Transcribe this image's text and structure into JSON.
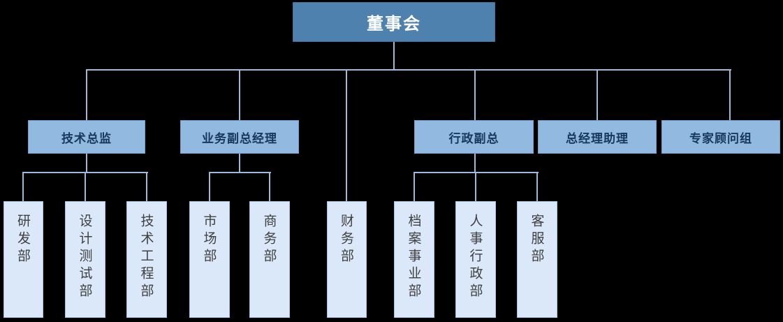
{
  "diagram": {
    "type": "org-chart",
    "root": {
      "label": "董事会",
      "direct_children": [
        "财务部"
      ]
    },
    "managers": [
      {
        "label": "技术总监",
        "children": [
          "研发部",
          "设计测试部",
          "技术工程部"
        ]
      },
      {
        "label": "业务副总经理",
        "children": [
          "市场部",
          "商务部"
        ]
      },
      {
        "label": "行政副总",
        "children": [
          "档案事业部",
          "人事行政部",
          "客服部"
        ]
      },
      {
        "label": "总经理助理",
        "children": []
      },
      {
        "label": "专家顾问组",
        "children": []
      }
    ],
    "colors": {
      "background": "#000000",
      "root_fill": "#4E81AD",
      "root_text": "#FFFFFF",
      "manager_fill": "#92B9E0",
      "manager_text": "#17375E",
      "department_fill": "#DAE8F9",
      "department_text": "#3F3F3F",
      "connector": "#9BBBDD"
    }
  }
}
